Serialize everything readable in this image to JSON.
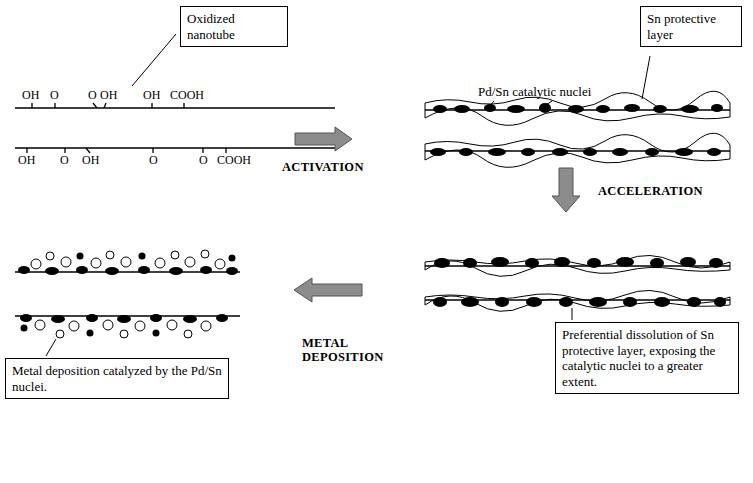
{
  "diagram": {
    "nodes": [
      {
        "text": [
          "Oxidized nanotube"
        ]
      },
      {
        "text": [
          "Sn protective layer"
        ]
      },
      {
        "text": [
          "Preferential dissolution of Sn protective layer, exposing the catalytic nuclei to a greater extent."
        ]
      },
      {
        "text": [
          "Metal deposition catalyzed by the Pd/Sn nuclei."
        ]
      }
    ],
    "labels": [
      "OH",
      "O",
      "O",
      "OH",
      "OH",
      "COOH",
      "OH",
      "O",
      "OH",
      "O",
      "O",
      "COOH",
      "ACTIVATION",
      "Pd/Sn catalytic nuclei",
      "ACCELERATION",
      "METAL DEPOSITION"
    ]
  }
}
